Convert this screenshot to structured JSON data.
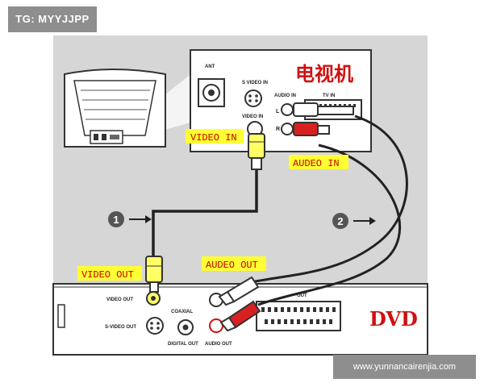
{
  "watermark_top": "TG: MYYJJPP",
  "watermark_bottom": "www.yunnancairenjia.com",
  "tv": {
    "title": "电视机",
    "ant_label": "ANT",
    "svideo_in_label": "S VIDEO IN",
    "video_in_label": "VIDEO IN",
    "audio_in_label": "AUDIO IN",
    "tv_in_label": "TV IN",
    "left_label": "L",
    "right_label": "R"
  },
  "dvd": {
    "title": "DVD",
    "video_out_label": "VIDEO OUT",
    "svideo_out_label": "S-VIDEO OUT",
    "coaxial_label": "COAXIAL",
    "digital_out_label": "DIGITAL OUT",
    "audio_out_label": "AUDIO OUT",
    "scart_label": "OUT"
  },
  "tags": {
    "video_in": "VIDEO IN",
    "audeo_in": "AUDEO IN",
    "video_out": "VIDEO OUT",
    "audeo_out": "AUDEO OUT"
  },
  "steps": [
    "1",
    "2"
  ],
  "colors": {
    "panel": "#d6d6d6",
    "tag_bg": "#ffff33",
    "tag_text": "#c00000",
    "yellow_plug": "#ffff66",
    "red_plug": "#d92020",
    "cable": "#222222"
  }
}
